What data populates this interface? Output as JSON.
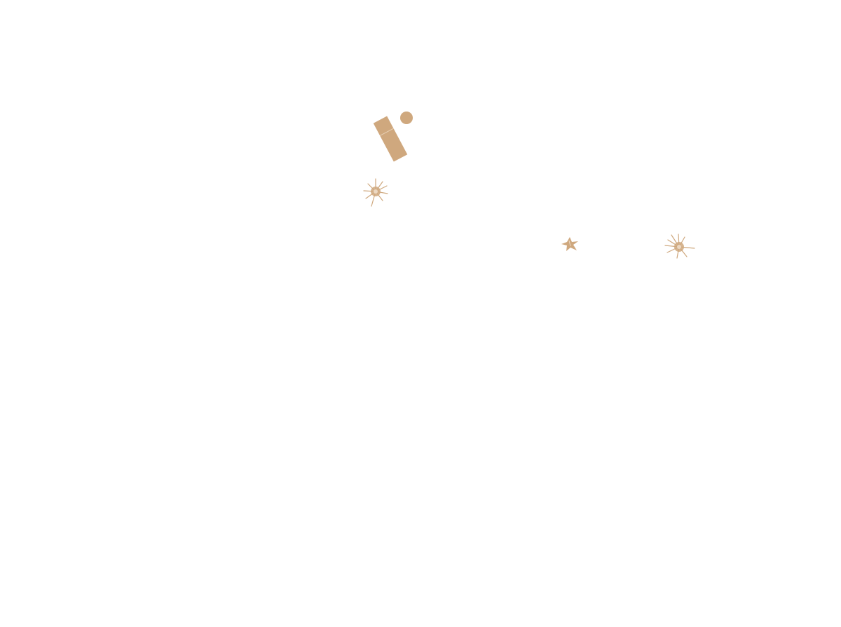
{
  "scene": {
    "background_color": "#ffffff",
    "accent_color": "#cfa87e",
    "objects": [
      {
        "name": "tilted-bar",
        "icon": "rectangle-bar-icon"
      },
      {
        "name": "dot",
        "icon": "circle-dot-icon"
      },
      {
        "name": "spark-burst-left",
        "icon": "spark-burst-icon"
      },
      {
        "name": "leaf-cluster",
        "icon": "leaf-cluster-icon"
      },
      {
        "name": "spark-burst-right",
        "icon": "spark-burst-icon"
      }
    ]
  }
}
